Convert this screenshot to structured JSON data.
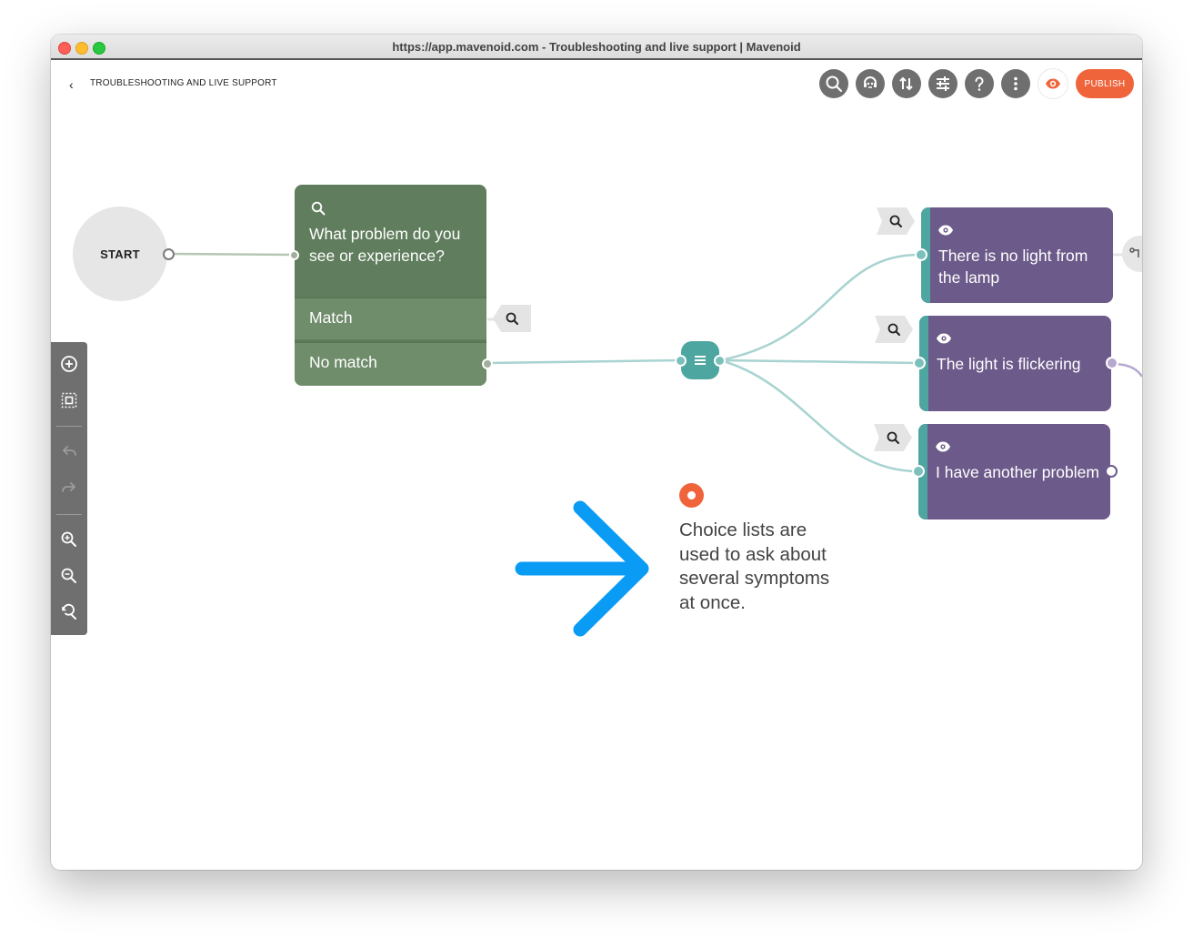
{
  "window": {
    "title": "https://app.mavenoid.com - Troubleshooting and live support | Mavenoid"
  },
  "header": {
    "back_icon": "chevron-left-icon",
    "title": "TROUBLESHOOTING AND LIVE SUPPORT",
    "toolbar": [
      {
        "name": "search",
        "icon": "search-icon"
      },
      {
        "name": "assistant",
        "icon": "bot-icon"
      },
      {
        "name": "sort",
        "icon": "sort-arrows-icon"
      },
      {
        "name": "settings",
        "icon": "sliders-icon"
      },
      {
        "name": "help",
        "icon": "question-icon"
      },
      {
        "name": "more",
        "icon": "more-vertical-icon"
      }
    ],
    "preview_icon": "eye-icon",
    "publish_label": "PUBLISH",
    "accent_color": "#f0643c"
  },
  "flow": {
    "start_label": "START",
    "question": {
      "text": "What problem do you see or experience?",
      "rows": [
        "Match",
        "No match"
      ],
      "color": "#607e5d"
    },
    "hub_icon": "list-icon",
    "choices": [
      {
        "label": "There is no light from the lamp"
      },
      {
        "label": "The light is flickering"
      },
      {
        "label": "I have another problem"
      }
    ],
    "choice_color": "#6c5a8a",
    "edge_color": "#a8d3d0"
  },
  "side_toolbar": [
    {
      "name": "add-node",
      "icon": "plus-circle-icon"
    },
    {
      "name": "select",
      "icon": "select-box-icon"
    },
    {
      "name": "undo",
      "icon": "undo-icon"
    },
    {
      "name": "redo",
      "icon": "redo-icon"
    },
    {
      "name": "zoom-in",
      "icon": "zoom-in-icon"
    },
    {
      "name": "zoom-out",
      "icon": "zoom-out-icon"
    },
    {
      "name": "zoom-reset",
      "icon": "zoom-reset-icon"
    }
  ],
  "hint": {
    "text": "Choice lists are used to ask about several symptoms at once.",
    "arrow_color": "#0a9cf5",
    "dot_color": "#f0643c"
  }
}
